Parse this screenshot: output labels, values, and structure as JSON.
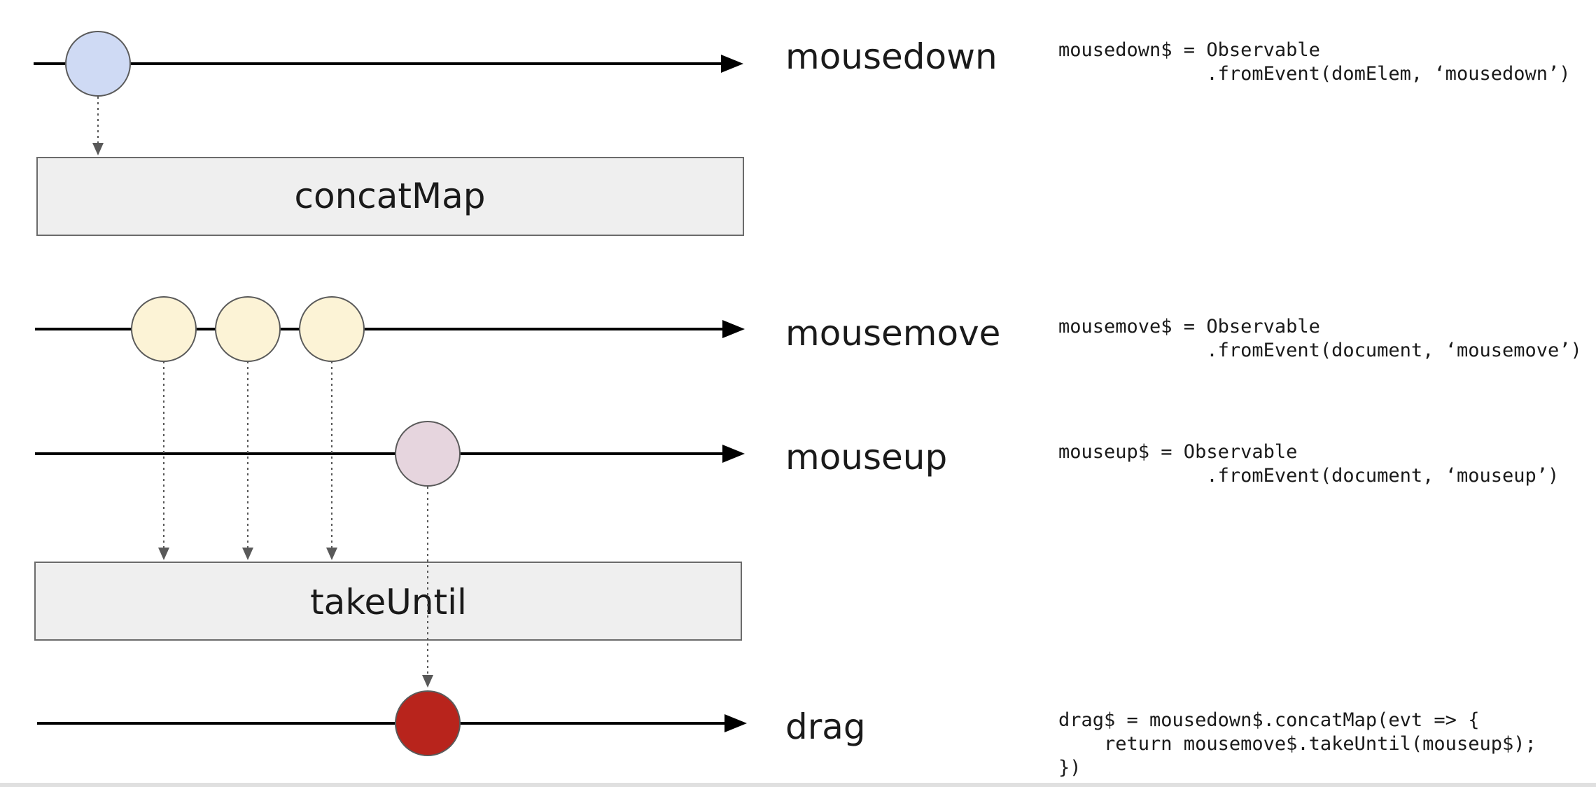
{
  "streams": {
    "mousedown": {
      "label": "mousedown",
      "code": "mousedown$ = Observable\n             .fromEvent(domElem, ‘mousedown’)",
      "marble_colors": [
        "#cfdaf4"
      ]
    },
    "mousemove": {
      "label": "mousemove",
      "code": "mousemove$ = Observable\n             .fromEvent(document, ‘mousemove’)",
      "marble_colors": [
        "#fcf3d6",
        "#fcf3d6",
        "#fcf3d6"
      ]
    },
    "mouseup": {
      "label": "mouseup",
      "code": "mouseup$ = Observable\n             .fromEvent(document, ‘mouseup’)",
      "marble_colors": [
        "#e6d5de"
      ]
    },
    "drag": {
      "label": "drag",
      "code": "drag$ = mousedown$.concatMap(evt => {\n    return mousemove$.takeUntil(mouseup$);\n})",
      "marble_colors": [
        "#b8241c"
      ]
    }
  },
  "operators": {
    "concatMap": {
      "label": "concatMap"
    },
    "takeUntil": {
      "label": "takeUntil"
    }
  },
  "colors": {
    "line": "#000000",
    "marble_stroke": "#5a5a5a",
    "operator_fill": "#efefef",
    "operator_stroke": "#6b6b6b",
    "connector": "#595959"
  }
}
